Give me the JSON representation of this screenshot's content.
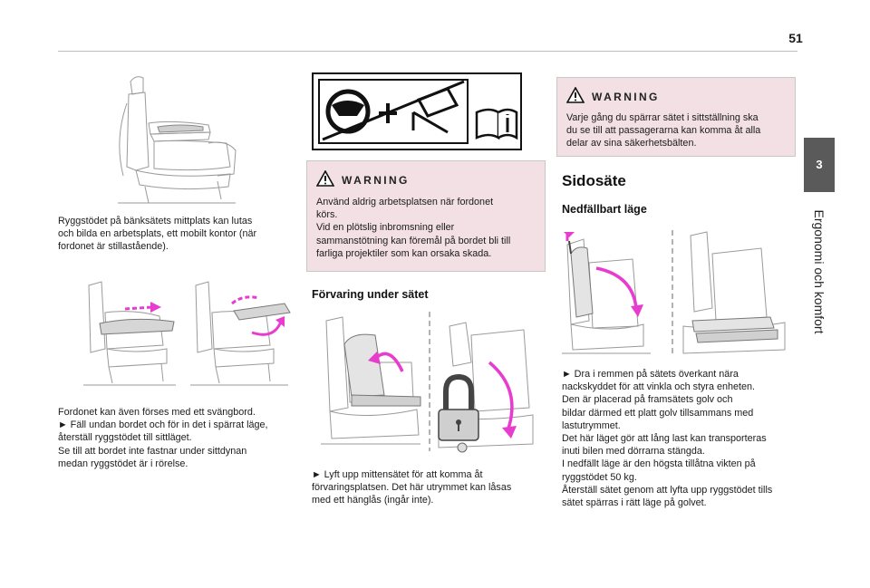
{
  "page": {
    "number": "51"
  },
  "sidebar": {
    "chapter_number": "3",
    "chapter_title": "Ergonomi och komfort"
  },
  "column1": {
    "caption1": "Ryggstödet på bänksätets mittplats kan lutas\noch bilda en arbetsplats, ett mobilt kontor (när\nfordonet är stillastående).",
    "caption2": "Fordonet kan även förses med ett svängbord.\n► Fäll undan bordet och för in det i spärrat läge,\nåterställ ryggstödet till sittläget.\nSe till att bordet inte fastnar under sittdynan\nmedan ryggstödet är i rörelse."
  },
  "column2": {
    "warning": {
      "title": "WARNING",
      "body": "Använd aldrig arbetsplatsen när fordonet\nkörs.\nVid en plötslig inbromsning eller\nsammanstötning kan föremål på bordet bli till\nfarliga projektiler som kan orsaka skada."
    },
    "heading": "Förvaring under sätet",
    "caption": "► Lyft upp mittensätet för att komma åt\nförvaringsplatsen. Det här utrymmet kan låsas\nmed ett hänglås (ingår inte)."
  },
  "column3": {
    "warning": {
      "title": "WARNING",
      "body": "Varje gång du spärrar sätet i sittställning ska\ndu se till att passagerarna kan komma åt alla\ndelar av sina säkerhetsbälten."
    },
    "heading": "Sidosäte",
    "subheading": "Nedfällbart läge",
    "caption": "► Dra i remmen på sätets överkant nära\nnackskyddet för att vinkla och styra enheten.\nDen är placerad på framsätets golv och\nbildar därmed ett platt golv tillsammans med\nlastutrymmet.\nDet här läget gör att lång last kan transporteras\ninuti bilen med dörrarna stängda.\nI nedfällt läge är den högsta tillåtna vikten på\nryggstödet 50 kg.\nÅterställ sätet genom att lyfta upp ryggstödet tills\nsätet spärras i rätt läge på golvet."
  },
  "colors": {
    "warning_bg": "#f2e0e4",
    "arrow": "#e83ccf",
    "tab": "#5a5a5a"
  },
  "icons": [
    "warning-triangle-icon",
    "no-steering-wheel-table-icon",
    "manual-book-icon",
    "padlock-icon"
  ]
}
